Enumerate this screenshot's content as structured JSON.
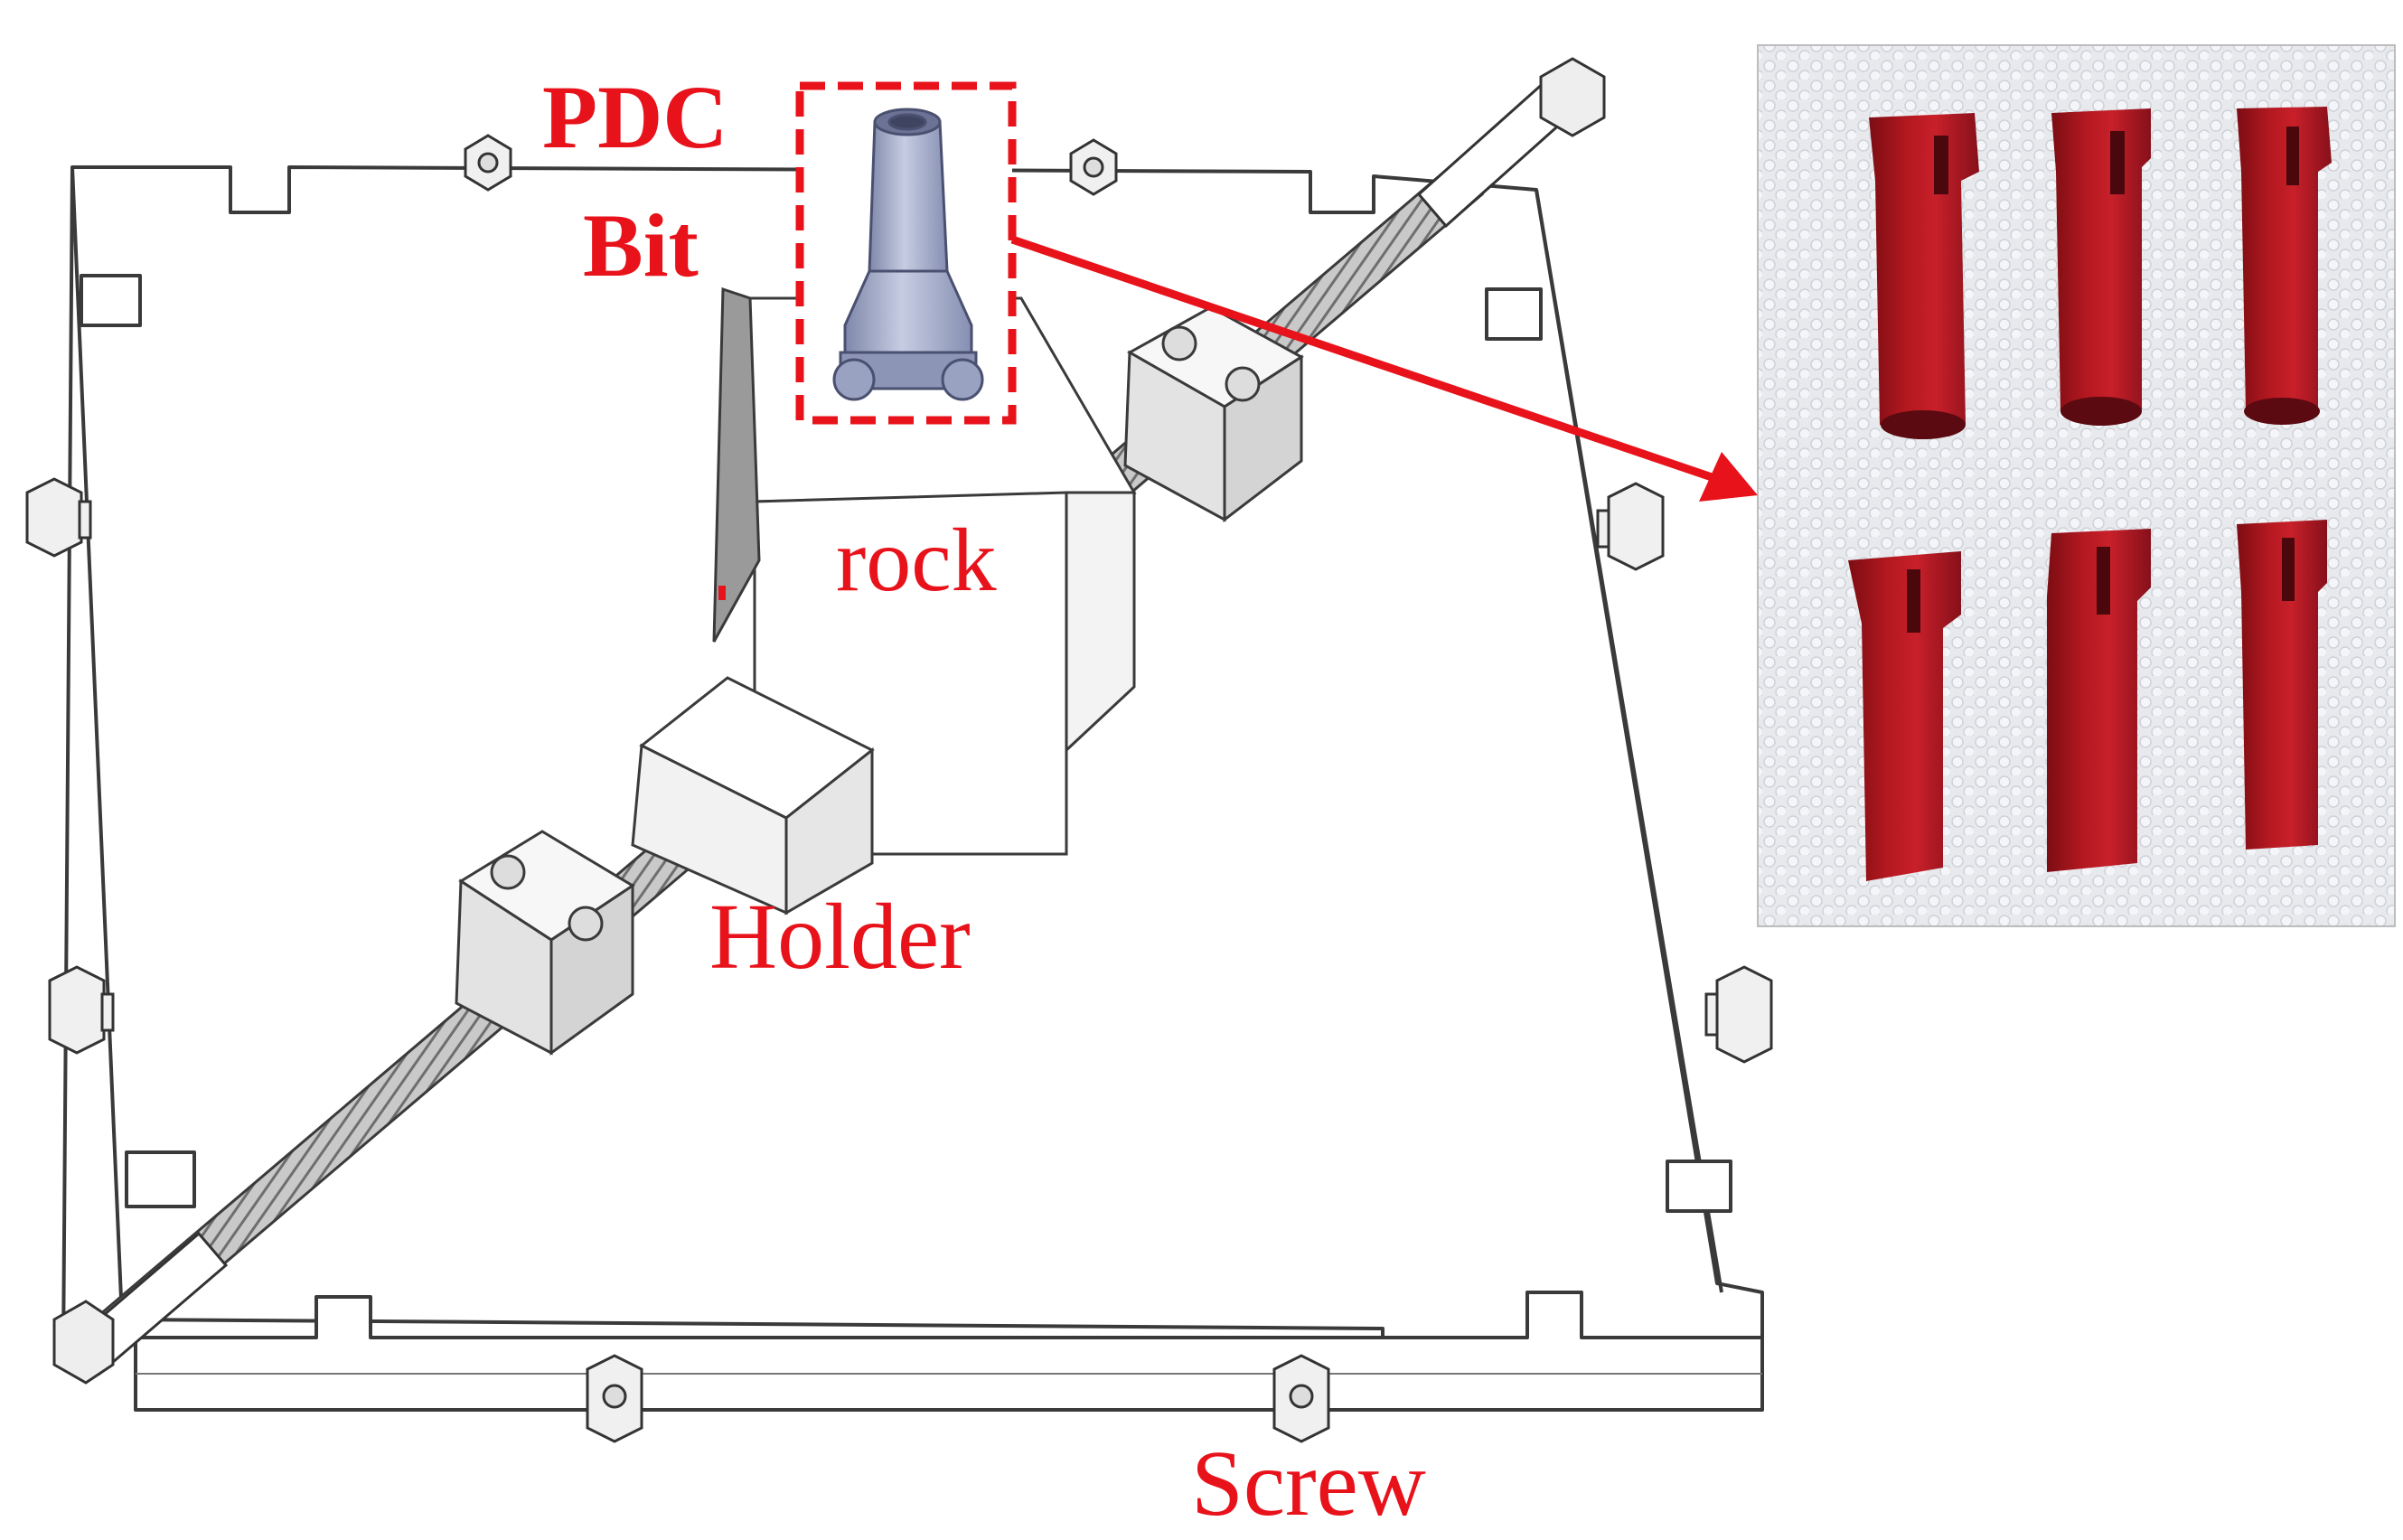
{
  "labels": {
    "pdc_line1": "PDC",
    "pdc_line2": "Bit",
    "rock": "rock",
    "holder": "Holder",
    "screw": "Screw"
  },
  "colors": {
    "label_red": "#e8121b",
    "bit_red": "#a3141c",
    "line_gray": "#333333",
    "bit_steel": "#a9b1cf"
  },
  "icons": {
    "pointer": "red-arrow",
    "fasteners": "hex-bolt"
  }
}
